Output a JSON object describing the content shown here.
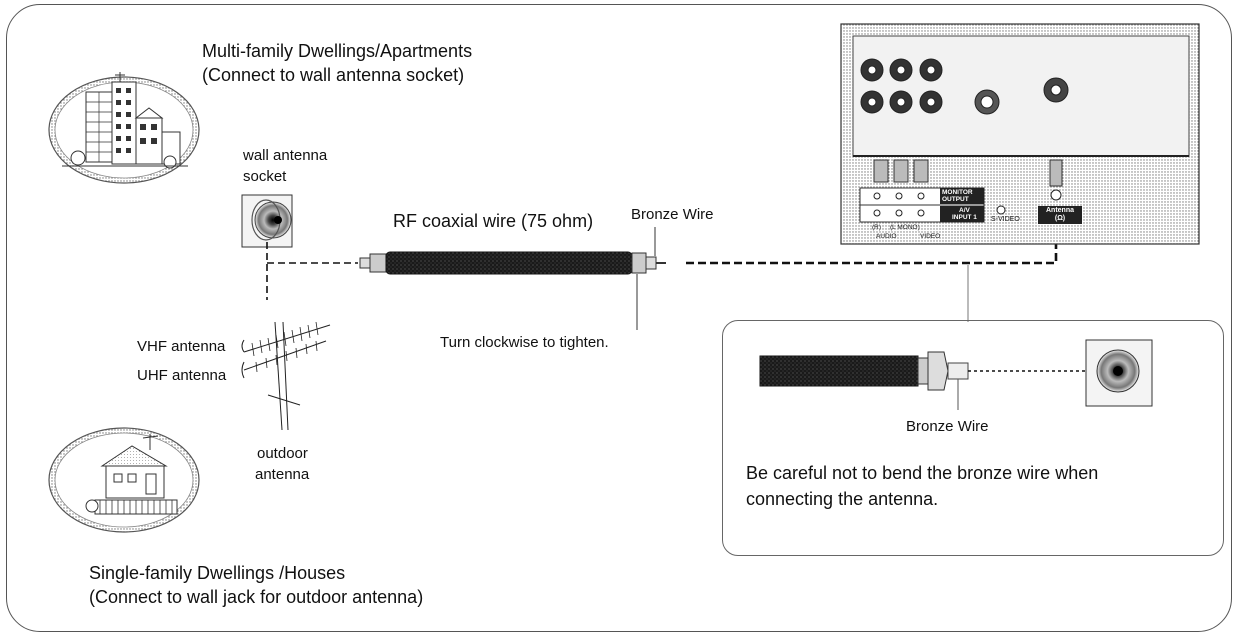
{
  "apartments": {
    "title": "Multi-family Dwellings/Apartments",
    "subtitle": "(Connect to wall antenna socket)"
  },
  "wall_socket": {
    "label_line1": "wall antenna",
    "label_line2": "socket"
  },
  "antennas": {
    "vhf": "VHF antenna",
    "uhf": "UHF antenna",
    "outdoor_line1": "outdoor",
    "outdoor_line2": "antenna"
  },
  "houses": {
    "title": "Single-family Dwellings /Houses",
    "subtitle": "(Connect to wall jack for outdoor antenna)"
  },
  "cable": {
    "title": "RF coaxial wire (75 ohm)",
    "bronze_wire": "Bronze Wire",
    "tighten": "Turn clockwise to tighten."
  },
  "tv_panel": {
    "monitor_output_line1": "MONITOR",
    "monitor_output_line2": "OUTPUT",
    "av_input_line1": "A/V",
    "av_input_line2": "INPUT 1",
    "svideo": "S-VIDEO",
    "antenna_line1": "Antenna",
    "antenna_line2": "(Ω)",
    "audio": "AUDIO",
    "video": "VIDEO",
    "audio_r": "(R)",
    "audio_mono": "(L MONO)"
  },
  "inset": {
    "bronze_wire": "Bronze Wire",
    "caution_line1": "Be careful not to bend the bronze wire when",
    "caution_line2": "connecting the antenna."
  }
}
